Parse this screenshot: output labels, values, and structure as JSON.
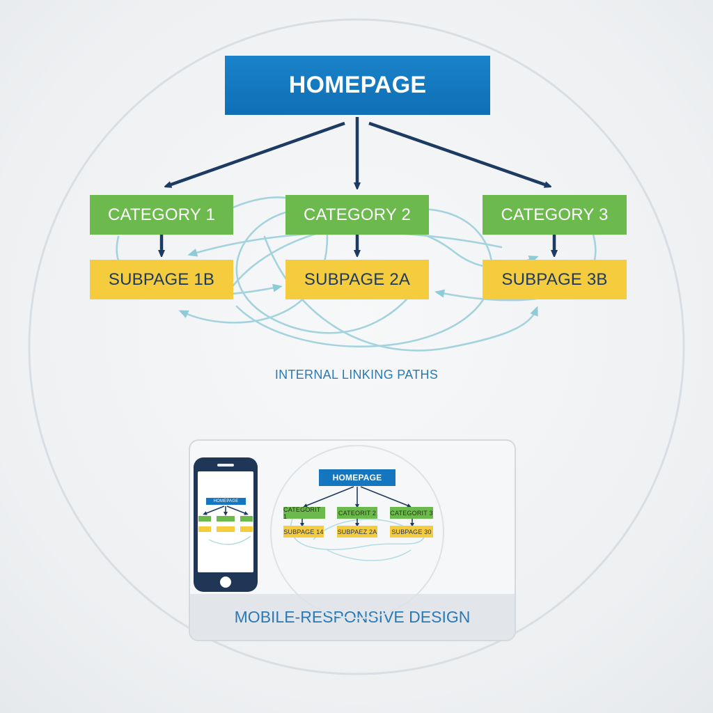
{
  "diagram": {
    "homepage_label": "HOMEPAGE",
    "categories": [
      "CATEGORY 1",
      "CATEGORY 2",
      "CATEGORY 3"
    ],
    "subpages": [
      "SUBPAGE 1B",
      "SUBPAGE 2A",
      "SUBPAGE 3B"
    ],
    "links_caption": "INTERNAL LINKING PATHS"
  },
  "responsive_panel": {
    "caption": "MOBILE-RESPONSIVE DESIGN",
    "phone_homepage_label": "HOMEPAGE",
    "mini_homepage_label": "HOMEPAGE",
    "mini_categories": [
      "CATEGORIT 1",
      "CATEORIT 2",
      "CATEGORIT 3"
    ],
    "mini_subpages": [
      "SUBPAGE 14",
      "SUBPAEZ 2A",
      "SUBPAGE 30"
    ]
  },
  "colors": {
    "homepage": "#0f6fb6",
    "category": "#6cb94d",
    "subpage": "#f4cc3e",
    "arrow": "#1d3a63",
    "link_path": "#9fd0dc",
    "caption": "#2979b6"
  }
}
